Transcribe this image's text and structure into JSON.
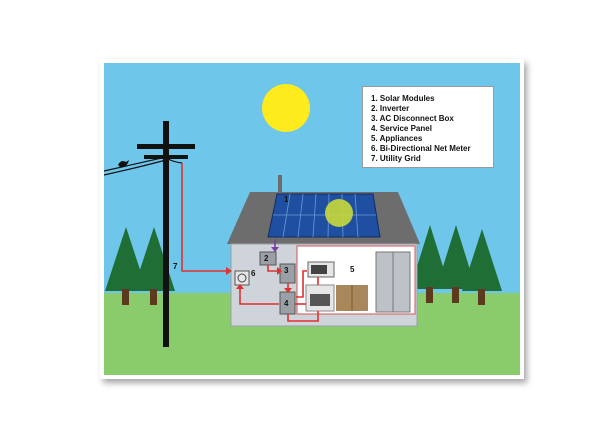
{
  "legend": {
    "items": [
      "1. Solar Modules",
      "2. Inverter",
      "3. AC Disconnect Box",
      "4. Service Panel",
      "5. Appliances",
      "6. Bi-Directional Net Meter",
      "7. Utility Grid"
    ]
  },
  "callouts": {
    "solar": "1",
    "inverter": "2",
    "disconnect": "3",
    "panel": "4",
    "appliances": "5",
    "meter": "6",
    "grid": "7"
  },
  "colors": {
    "sky": "#6ec6ea",
    "grass": "#8acb6c",
    "wire": "#e03030",
    "roof": "#6d6d6d",
    "house": "#cfd4da",
    "sun": "#fdeb1e",
    "tree": "#1f6e35"
  }
}
